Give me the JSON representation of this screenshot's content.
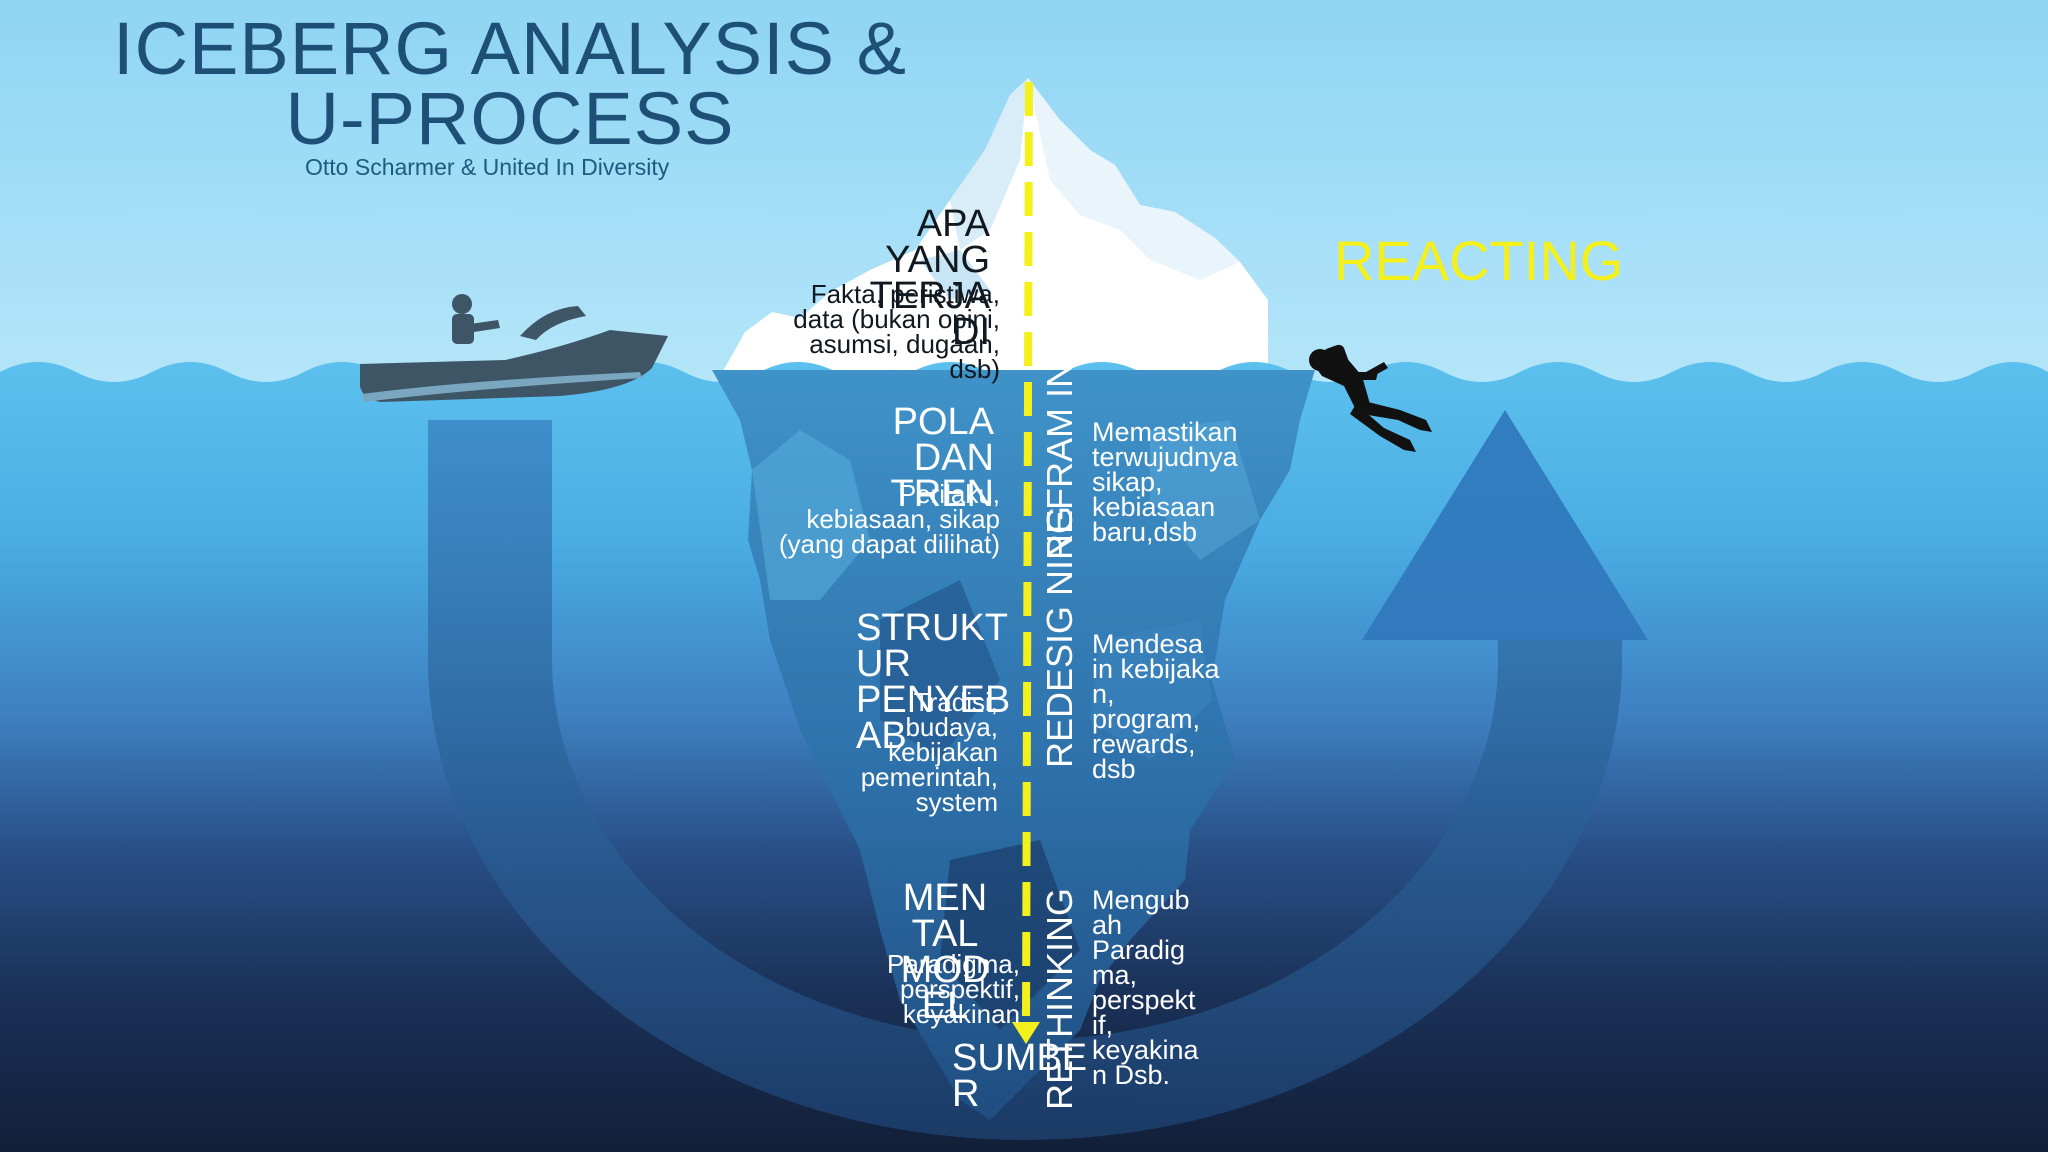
{
  "header": {
    "title_line1": "ICEBERG ANALYSIS &",
    "title_line2": "U-PROCESS",
    "subtitle": "Otto Scharmer & United In Diversity"
  },
  "reacting_label": "REACTING",
  "levels": [
    {
      "title": "APA YANG TERJA DI",
      "desc": "Fakta, peristiwa, data (bukan opini, asumsi, dugaan, dsb)"
    },
    {
      "title": "POLA DAN TREN",
      "desc": "Perilaku, kebiasaan, sikap (yang dapat dilihat)"
    },
    {
      "title": "STRUKT UR PENYEB AB",
      "desc": "Tradisi, budaya, kebijakan pemerintah, system"
    },
    {
      "title": "MEN TAL MOD EL",
      "desc": "Paradigma, perspektif, keyakinan"
    }
  ],
  "sumber_label": "SUMBE R",
  "actions": [
    {
      "title": "REFRAM ING",
      "desc": "Memastikan terwujudnya sikap, kebiasaan baru,dsb"
    },
    {
      "title": "REDESIG NING",
      "desc": "Mendesa in kebijaka n, program, rewards, dsb"
    },
    {
      "title": "RETHINKING",
      "desc": "Mengub ah Paradig ma, perspekt if, keyakina n Dsb."
    }
  ],
  "icons": [
    "boat-icon",
    "diver-icon",
    "iceberg-illustration",
    "u-arrow-icon",
    "dashed-down-arrow-icon"
  ],
  "colors": {
    "sky": "#9fdcf6",
    "water_surface": "#59bdec",
    "deep_water": "#152844",
    "title": "#1d4f77",
    "accent_yellow": "#f4f01c",
    "u_arrow": "#2e6aa8"
  }
}
